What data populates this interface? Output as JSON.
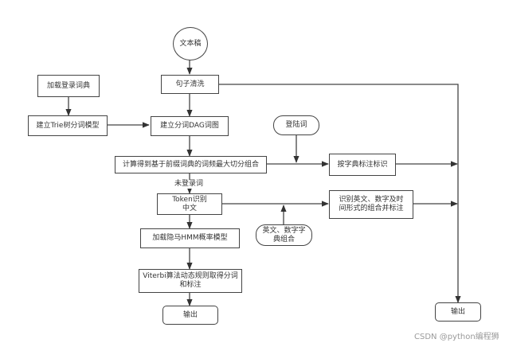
{
  "diagram": {
    "type": "flowchart",
    "nodes": {
      "source_text": "文本稿",
      "sentence_clean": "句子清洗",
      "load_dict": "加载登录词典",
      "build_trie": "建立Trie树分词模型",
      "build_dag": "建立分词DAG词图",
      "max_prob_split": "计算得到基于前缀词典的词频最大切分组合",
      "login_words": "登陆词",
      "dict_tag": "按字典标注标识",
      "token_chinese": "Token识别中文",
      "en_num_recognize": "识别英文、数字及时间形式的组合并标注",
      "en_num_dict": "英文、数字字典组合",
      "load_hmm": "加载隐马HMM概率模型",
      "viterbi": "Viterbi算法动态规则取得分词和标注",
      "output_left": "输出",
      "output_right": "输出"
    },
    "edge_labels": {
      "unregistered": "未登录词"
    },
    "edges": [
      [
        "source_text",
        "sentence_clean"
      ],
      [
        "sentence_clean",
        "build_dag"
      ],
      [
        "sentence_clean",
        "output_right"
      ],
      [
        "load_dict",
        "build_trie"
      ],
      [
        "build_trie",
        "build_dag"
      ],
      [
        "build_dag",
        "max_prob_split"
      ],
      [
        "max_prob_split",
        "dict_tag"
      ],
      [
        "login_words",
        "max_prob_split->dict_tag"
      ],
      [
        "dict_tag",
        "output_right"
      ],
      [
        "max_prob_split",
        "token_chinese",
        "未登录词"
      ],
      [
        "token_chinese",
        "en_num_recognize"
      ],
      [
        "en_num_dict",
        "token_chinese->en_num_recognize"
      ],
      [
        "en_num_recognize",
        "output_right"
      ],
      [
        "token_chinese",
        "load_hmm"
      ],
      [
        "load_hmm",
        "viterbi"
      ],
      [
        "viterbi",
        "output_left"
      ]
    ]
  },
  "watermark": "CSDN @python编程狮",
  "colors": {
    "line": "#444444",
    "text": "#333333",
    "watermark": "#9a9a9a"
  }
}
